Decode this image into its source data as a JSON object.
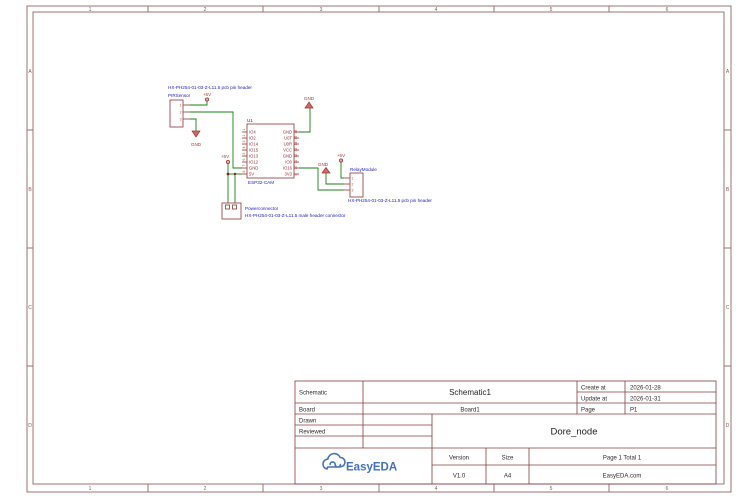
{
  "frame": {
    "columns": [
      "1",
      "2",
      "3",
      "4",
      "5",
      "6"
    ],
    "rows": [
      "A",
      "B",
      "C",
      "D"
    ]
  },
  "schematic": {
    "pir": {
      "part": "HX-PH254-01-03-Z-L11.5 pcb pin header",
      "name": "PIRSensor",
      "pins": [
        "1",
        "2",
        "3"
      ]
    },
    "esp32": {
      "designator": "U1",
      "name": "ESP32-CAM",
      "left_pins": [
        "IO4",
        "IO2",
        "IO14",
        "IO15",
        "IO13",
        "IO12",
        "GND",
        "5V"
      ],
      "right_pins": [
        "GND",
        "U0T",
        "U0R",
        "VCC",
        "GND",
        "IO0",
        "IO16",
        "3V3"
      ],
      "left_numbers": [
        "1",
        "2",
        "3",
        "4",
        "5",
        "6",
        "7",
        "8"
      ],
      "right_numbers": [
        "16",
        "15",
        "14",
        "13",
        "12",
        "11",
        "10",
        "9"
      ]
    },
    "relay": {
      "name": "RelayModule",
      "part": "HX-PH254-01-03-Z-L11.5 pcb pin header",
      "pins": [
        "1",
        "2",
        "3"
      ]
    },
    "power_connector": {
      "name": "Powerconnector",
      "part": "HX-PH254-01-03-Z-L11.5 male header connector"
    },
    "nets": {
      "gnd": "GND",
      "v5": "+5V"
    }
  },
  "title_block": {
    "schematic_label": "Schematic",
    "schematic_value": "Schematic1",
    "board_label": "Board",
    "board_value": "Board1",
    "drawn_label": "Drawn",
    "reviewed_label": "Reviewed",
    "create_label": "Create at",
    "create_value": "2026-01-28",
    "update_label": "Update at",
    "update_value": "2026-01-31",
    "page_label": "Page",
    "page_value": "P1",
    "project_name": "Dore_node",
    "version_label": "Version",
    "version_value": "V1.0",
    "size_label": "Size",
    "size_value": "A4",
    "page_total": "Page 1 Total 1",
    "site": "EasyEDA.com",
    "logo_text": "EasyEDA"
  },
  "colors": {
    "wire_green": "#178117",
    "symbol_maroon": "#9c4a4a",
    "label_blue": "#2222bb",
    "frame_maroon": "#9e7272",
    "logo_blue": "#4472b8"
  }
}
